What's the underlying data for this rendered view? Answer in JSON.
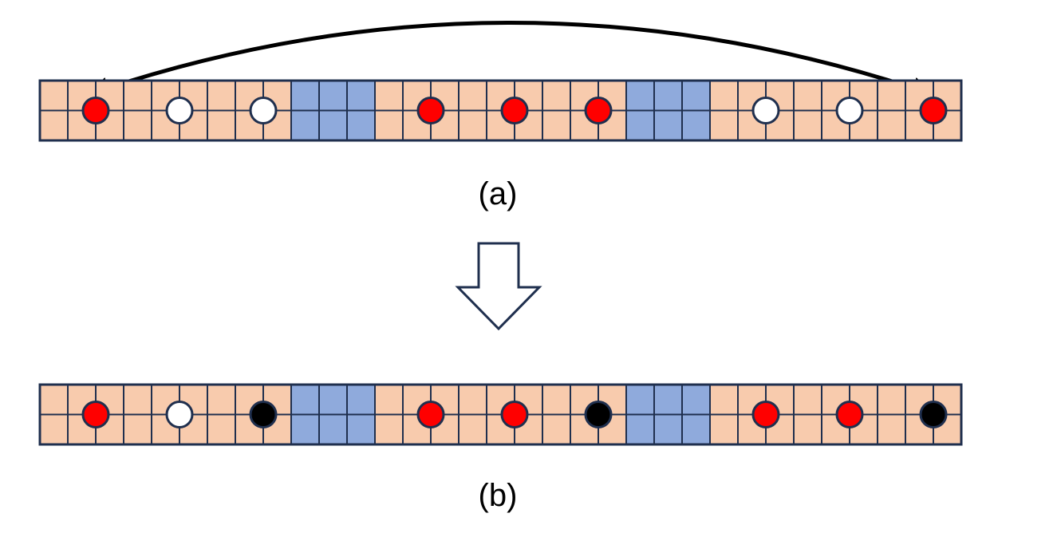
{
  "colors": {
    "cell_fill": "#f8cbad",
    "cell_fill_alt": "#8faadc",
    "grid_stroke": "#1f2f4e",
    "red": "#ff0000",
    "white": "#ffffff",
    "black": "#000000",
    "arrow": "#000000"
  },
  "diagram": {
    "columns": 33,
    "alt_block_columns": [
      9,
      10,
      11,
      21,
      22,
      23
    ],
    "rows": [
      {
        "id": "a",
        "caption": "(a)",
        "dots": [
          {
            "boundary": 2,
            "color": "red"
          },
          {
            "boundary": 5,
            "color": "white"
          },
          {
            "boundary": 8,
            "color": "white"
          },
          {
            "boundary": 14,
            "color": "red"
          },
          {
            "boundary": 17,
            "color": "red"
          },
          {
            "boundary": 20,
            "color": "red"
          },
          {
            "boundary": 26,
            "color": "white"
          },
          {
            "boundary": 29,
            "color": "white"
          },
          {
            "boundary": 32,
            "color": "red"
          }
        ],
        "connection": {
          "from_boundary": 2,
          "to_boundary": 32,
          "style": "double-headed-arc"
        }
      },
      {
        "id": "b",
        "caption": "(b)",
        "dots": [
          {
            "boundary": 2,
            "color": "red"
          },
          {
            "boundary": 5,
            "color": "white"
          },
          {
            "boundary": 8,
            "color": "black"
          },
          {
            "boundary": 14,
            "color": "red"
          },
          {
            "boundary": 17,
            "color": "red"
          },
          {
            "boundary": 20,
            "color": "black"
          },
          {
            "boundary": 26,
            "color": "red"
          },
          {
            "boundary": 29,
            "color": "red"
          },
          {
            "boundary": 32,
            "color": "black"
          }
        ]
      }
    ],
    "transition_arrow": "down-arrow-icon"
  }
}
